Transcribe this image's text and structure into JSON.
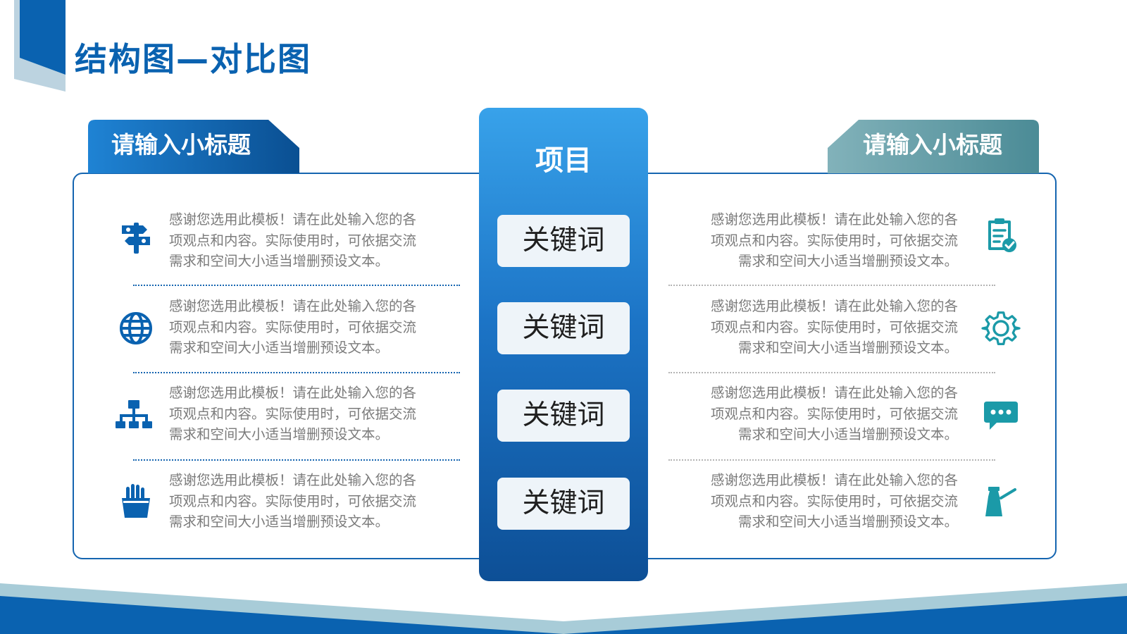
{
  "title": "结构图—对比图",
  "left": {
    "subtitle": "请输入小标题",
    "items": [
      {
        "icon": "signpost-icon",
        "lines": [
          "感谢您选用此模板！请在此处输入您的各",
          "项观点和内容。实际使用时，可依据交流",
          "需求和空间大小适当增删预设文本。"
        ]
      },
      {
        "icon": "globe-icon",
        "lines": [
          "感谢您选用此模板！请在此处输入您的各",
          "项观点和内容。实际使用时，可依据交流",
          "需求和空间大小适当增删预设文本。"
        ]
      },
      {
        "icon": "org-chart-icon",
        "lines": [
          "感谢您选用此模板！请在此处输入您的各",
          "项观点和内容。实际使用时，可依据交流",
          "需求和空间大小适当增删预设文本。"
        ]
      },
      {
        "icon": "fries-icon",
        "lines": [
          "感谢您选用此模板！请在此处输入您的各",
          "项观点和内容。实际使用时，可依据交流",
          "需求和空间大小适当增删预设文本。"
        ]
      }
    ]
  },
  "center": {
    "title": "项目",
    "keywords": [
      "关键词",
      "关键词",
      "关键词",
      "关键词"
    ]
  },
  "right": {
    "subtitle": "请输入小标题",
    "items": [
      {
        "icon": "clipboard-check-icon",
        "lines": [
          "感谢您选用此模板！请在此处输入您的各",
          "项观点和内容。实际使用时，可依据交流",
          "需求和空间大小适当增删预设文本。"
        ]
      },
      {
        "icon": "gear-icon",
        "lines": [
          "感谢您选用此模板！请在此处输入您的各",
          "项观点和内容。实际使用时，可依据交流",
          "需求和空间大小适当增删预设文本。"
        ]
      },
      {
        "icon": "chat-bubble-icon",
        "lines": [
          "感谢您选用此模板！请在此处输入您的各",
          "项观点和内容。实际使用时，可依据交流",
          "需求和空间大小适当增删预设文本。"
        ]
      },
      {
        "icon": "coffee-pot-icon",
        "lines": [
          "感谢您选用此模板！请在此处输入您的各",
          "项观点和内容。实际使用时，可依据交流",
          "需求和空间大小适当增删预设文本。"
        ]
      }
    ]
  },
  "colors": {
    "primary_blue": "#0a62b0",
    "teal": "#1b9aa8",
    "text_gray": "#7b7b7b"
  }
}
